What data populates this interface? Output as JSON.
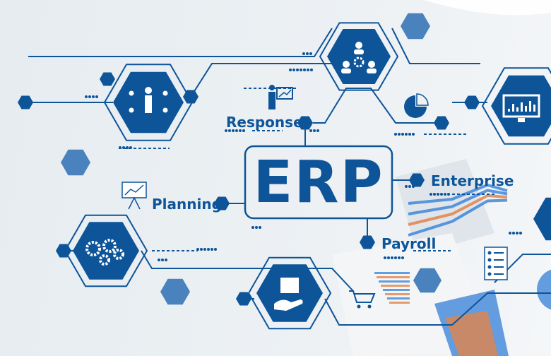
{
  "center": {
    "title": "ERP"
  },
  "labels": {
    "response": "Response",
    "enterprise": "Enterprise",
    "planning": "Planning",
    "payroll": "Payroll"
  },
  "icons": {
    "top_left": "organization-chart-icon",
    "top_center": "team-network-gear-icon",
    "right": "monitor-chart-icon",
    "bottom_left": "gears-icon",
    "bottom_center": "package-hand-icon",
    "response": "presenter-board-icon",
    "pie": "pie-chart-icon",
    "planning": "trend-board-icon",
    "payroll_doc": "report-document-icon",
    "cart": "shopping-cart-icon"
  },
  "colors": {
    "primary": "#0d5499",
    "light_hex": "#4a82bd",
    "background": "#e9eef2",
    "chart_orange": "#e0844a",
    "chart_blue": "#3f86d8"
  }
}
